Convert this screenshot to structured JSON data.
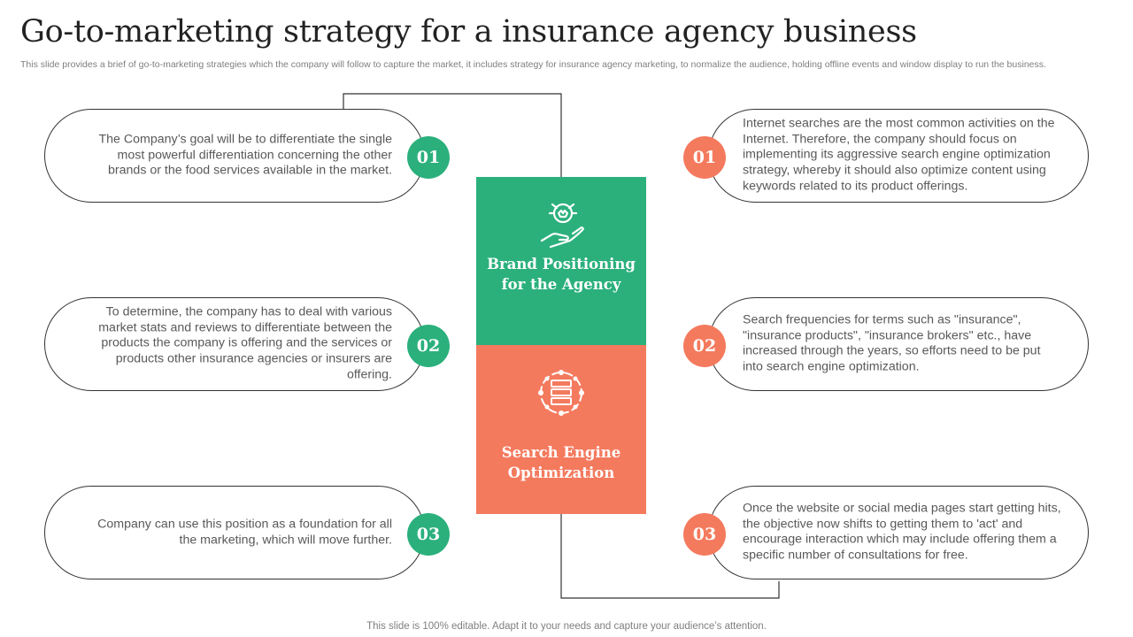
{
  "title": "Go-to-marketing strategy for a insurance agency business",
  "subtitle": "This slide provides a brief of go-to-marketing strategies which the company will follow to capture the market, it includes strategy for insurance agency marketing, to normalize the audience, holding offline events and window display to run the business.",
  "center": {
    "top": {
      "label": "Brand Positioning for the Agency",
      "icon": "hand-holding-badge-icon",
      "color": "#2bb07c"
    },
    "bottom": {
      "label": "Search Engine Optimization",
      "icon": "server-network-icon",
      "color": "#f47a5e"
    }
  },
  "left_items": [
    {
      "number": "01",
      "text": "The Company’s goal will be to differentiate the single most powerful differentiation concerning the other brands or the food services available in the market."
    },
    {
      "number": "02",
      "text": "To determine, the company has to deal with various market stats and reviews to differentiate between the products the company is offering and the services or products other insurance agencies or insurers are offering."
    },
    {
      "number": "03",
      "text": "Company can use this position as a foundation for all the marketing, which will move further."
    }
  ],
  "right_items": [
    {
      "number": "01",
      "text": "Internet searches are the most common activities on the Internet. Therefore, the company should focus on implementing its aggressive search engine optimization strategy, whereby it should also optimize content using keywords related to its product offerings."
    },
    {
      "number": "02",
      "text": "Search frequencies for terms such as \"insurance\", \"insurance products\", \"insurance brokers\" etc., have increased through the years, so efforts need to be put into search engine optimization."
    },
    {
      "number": "03",
      "text": "Once the website or social media pages start getting hits, the objective now shifts to getting them to 'act' and encourage interaction which may include offering them a specific number of consultations for free."
    }
  ],
  "footer": "This slide is 100% editable. Adapt it to your needs and capture your audience’s attention.",
  "colors": {
    "green": "#2bb07c",
    "orange": "#f47a5e"
  }
}
